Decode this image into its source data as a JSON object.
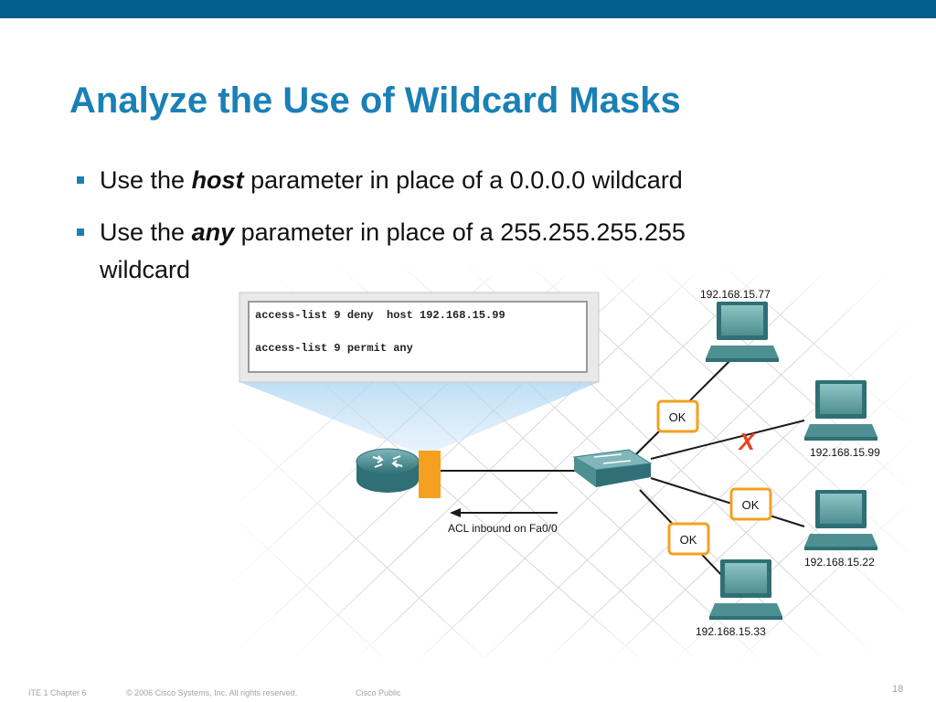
{
  "slide": {
    "title": "Analyze the Use of Wildcard Masks",
    "bullets": [
      {
        "pre": "Use the ",
        "keyword": "host",
        "post": " parameter in place of a 0.0.0.0 wildcard",
        "line2": ""
      },
      {
        "pre": "Use the ",
        "keyword": "any",
        "post": " parameter in place of a 255.255.255.255",
        "line2": "wildcard"
      }
    ],
    "accent_color": "#1a80b6",
    "bar_color": "#005f8c"
  },
  "diagram": {
    "acl_lines": [
      "access-list 9 deny  host 192.168.15.99",
      "access-list 9 permit any"
    ],
    "acl_label": "ACL inbound on Fa0/0",
    "hosts": [
      {
        "ip": "192.168.15.77",
        "status": "OK"
      },
      {
        "ip": "192.168.15.99",
        "status": "X"
      },
      {
        "ip": "192.168.15.22",
        "status": "OK"
      },
      {
        "ip": "192.168.15.33",
        "status": "OK"
      }
    ],
    "deny_color": "#e8421e",
    "ok_border_color": "#f5a020",
    "interface_color": "#f5a020"
  },
  "footer": {
    "course": "ITE 1 Chapter 6",
    "copyright": "© 2006 Cisco Systems, Inc. All rights reserved.",
    "classification": "Cisco Public",
    "page": "18"
  }
}
